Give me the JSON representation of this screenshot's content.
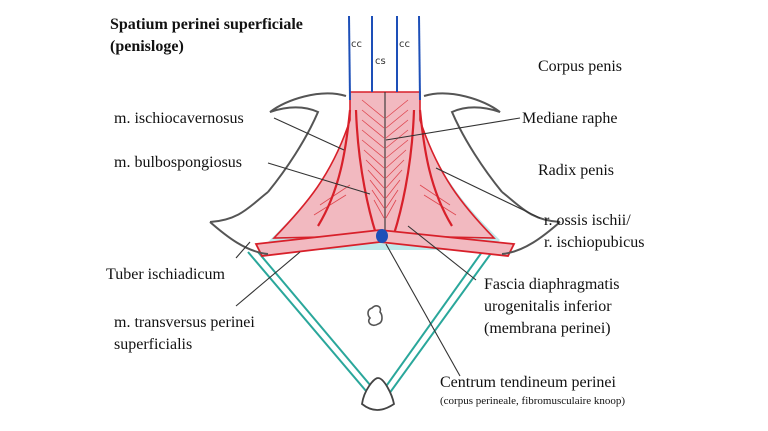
{
  "title": {
    "line1": "Spatium perinei superficiale",
    "line2": "(penisloge)"
  },
  "labels": {
    "corpus_penis": "Corpus penis",
    "mediane_raphe": "Mediane raphe",
    "radix_penis": "Radix penis",
    "ramus_line1": "r. ossis ischii/",
    "ramus_line2": "r. ischiopubicus",
    "fascia_line1": "Fascia diaphragmatis",
    "fascia_line2": "urogenitalis inferior",
    "fascia_line3": "(membrana perinei)",
    "centrum_line1": "Centrum tendineum perinei",
    "centrum_line2": "(corpus perineale, fibromusculaire knoop)",
    "ischiocavernosus": "m. ischiocavernosus",
    "bulbospongiosus": "m. bulbospongiosus",
    "tuber": "Tuber ischiadicum",
    "transversus_line1": "m. transversus perinei",
    "transversus_line2": "superficialis"
  },
  "handwritten": {
    "cc_left": "cc",
    "cs": "cs",
    "cc_right": "cc"
  },
  "colors": {
    "muscle_red": "#d8202a",
    "muscle_fill": "#f2b9c0",
    "fascia_cyan": "#bfe8ea",
    "triangle_teal": "#2aa79b",
    "penis_blue": "#1d4fb8",
    "bone_gray": "#555555"
  }
}
